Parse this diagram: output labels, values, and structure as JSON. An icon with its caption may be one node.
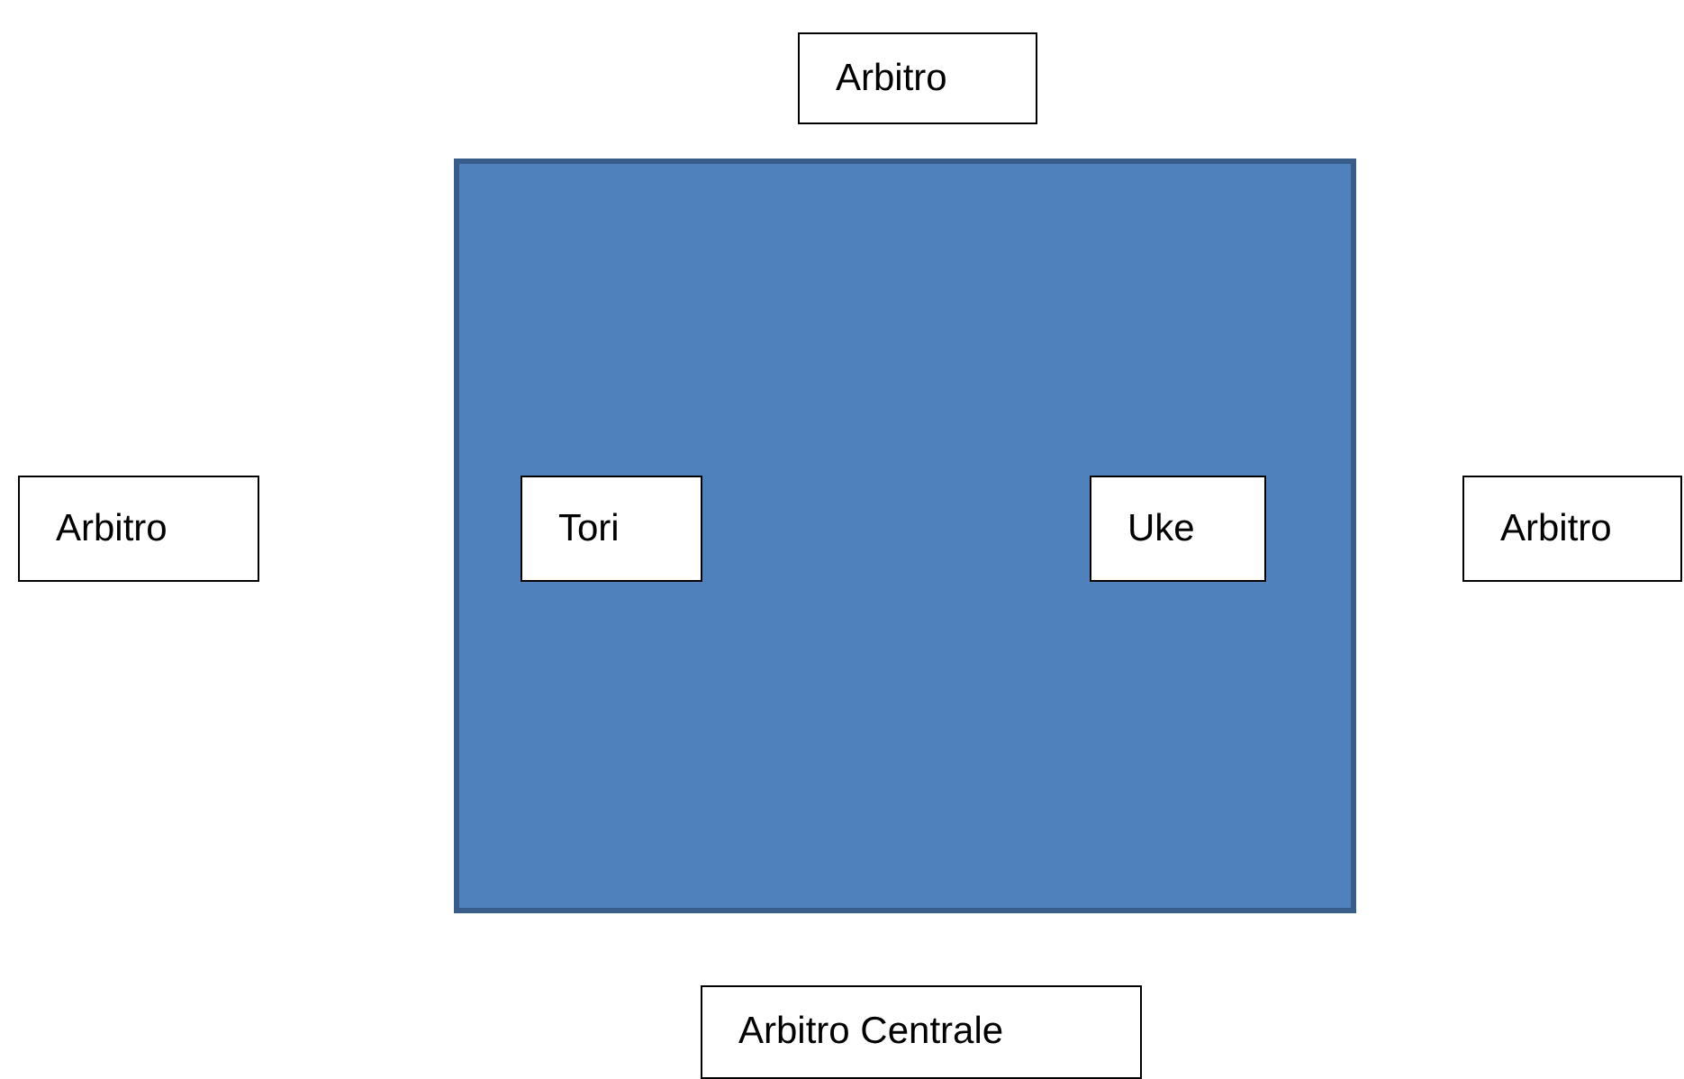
{
  "diagram": {
    "nodes": [
      {
        "text": [
          "Arbitro"
        ]
      },
      {
        "text": [],
        "shape": "box"
      },
      {
        "text": [
          "Arbitro"
        ]
      },
      {
        "text": [
          "Tori"
        ],
        "in": 1
      },
      {
        "text": [
          "Uke"
        ],
        "in": 1
      },
      {
        "text": [
          "Arbitro"
        ]
      },
      {
        "text": [
          "Arbitro Centrale"
        ]
      }
    ]
  }
}
